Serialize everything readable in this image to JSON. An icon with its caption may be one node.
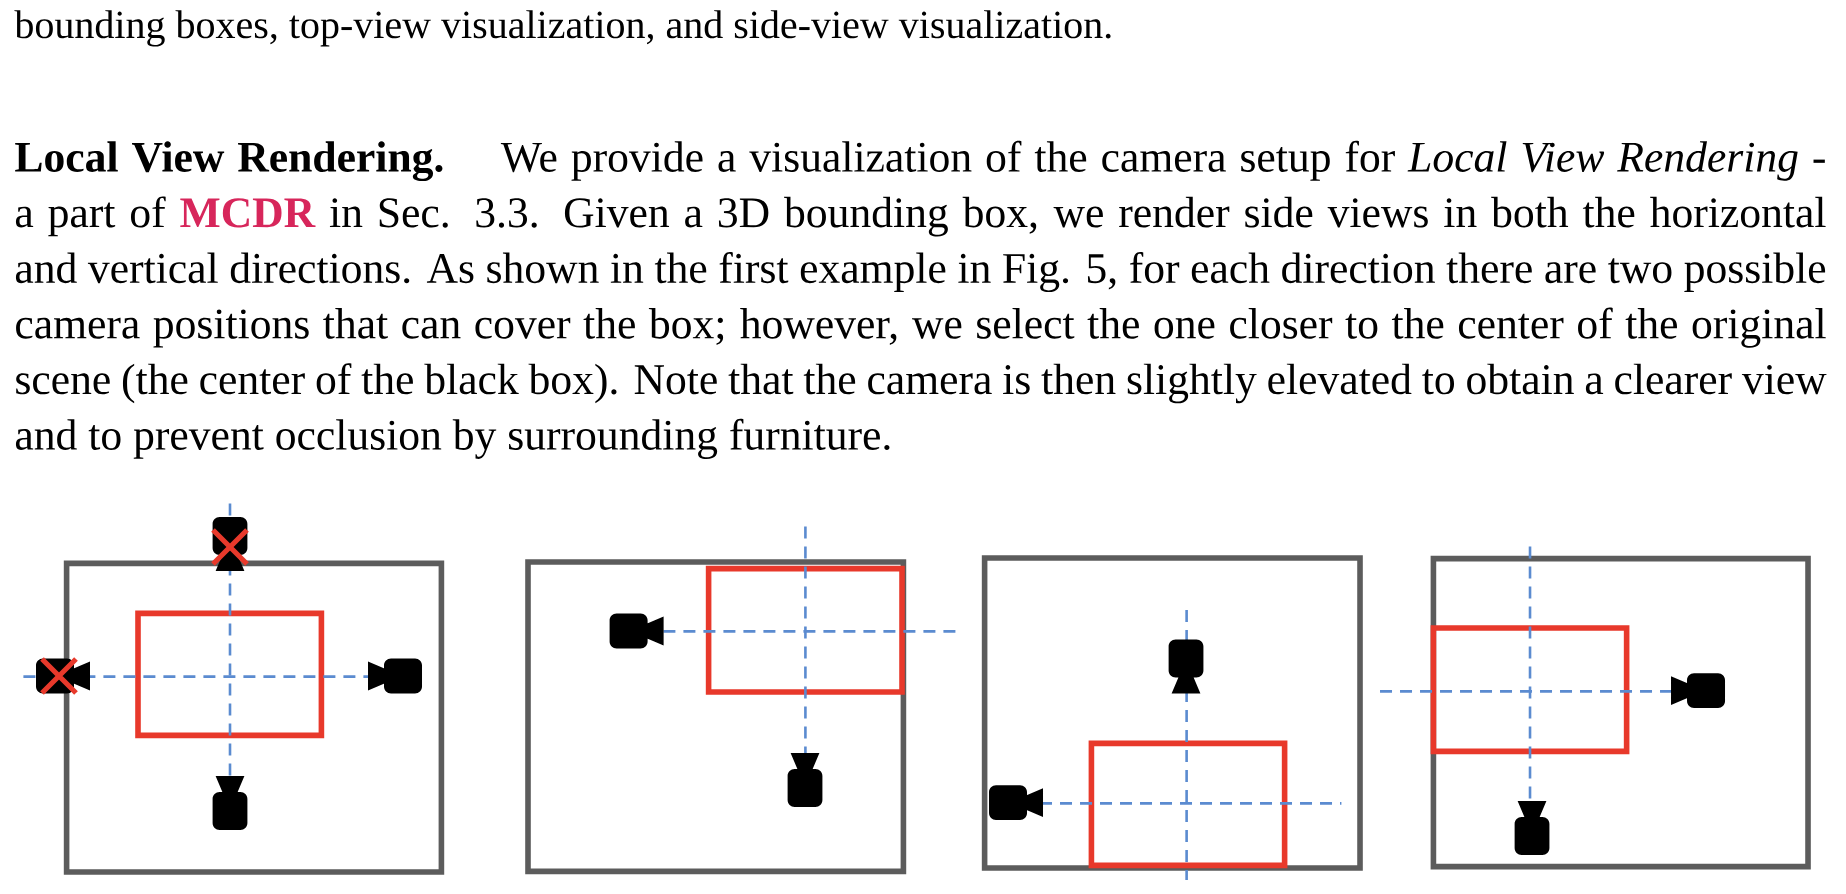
{
  "diagram": {
    "nodes": [
      {
        "text": [],
        "shape": "box"
      },
      {
        "text": [],
        "shape": "box",
        "in": 0
      },
      {
        "text": [],
        "shape": "box"
      },
      {
        "text": [],
        "shape": "box",
        "in": 2
      },
      {
        "text": [],
        "shape": "box"
      },
      {
        "text": [],
        "shape": "box",
        "in": 4
      },
      {
        "text": [],
        "shape": "box"
      },
      {
        "text": [],
        "shape": "box",
        "in": 6
      }
    ],
    "labels": [
      "bounding boxes, top-view visualization, and side-view visualization.",
      "**Local View Rendering.** We provide a visualization of the camera setup for *Local View Rendering* - a part of **MCDR** in Sec. 3.3. Given a 3D bounding box, we render side views in both the horizontal and vertical directions. As shown in the first example in Fig. 5, for each direction there are two possible camera positions that can cover the box; however, we select the one closer to the center of the original scene (the center of the black box). Note that the camera is then slightly elevated to obtain a clearer view and to prevent occlusion by surrounding furniture."
    ]
  }
}
